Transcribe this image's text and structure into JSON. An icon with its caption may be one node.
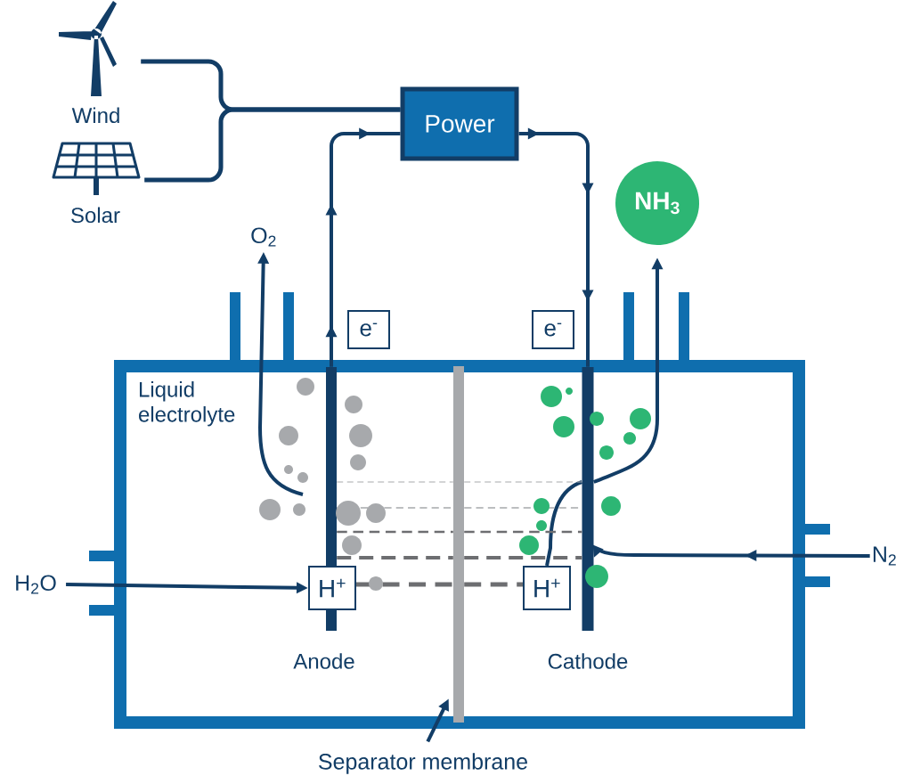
{
  "diagram": {
    "nodes": [
      {
        "text": [
          "Wind"
        ]
      },
      {
        "text": [
          "Solar"
        ]
      },
      {
        "text": [
          "Power"
        ]
      },
      {
        "text": [
          "O$_{2}$"
        ]
      },
      {
        "text": [
          "NH$_{3}$"
        ]
      },
      {
        "text": [
          "e$^{-}$"
        ]
      },
      {
        "text": [
          "e$^{-}$"
        ]
      },
      {
        "text": [
          "Liquid electrolyte"
        ]
      },
      {
        "text": [],
        "shape": "bar",
        "in": 7,
        "beside": [
          "Anode"
        ]
      },
      {
        "text": [],
        "shape": "bar",
        "in": 7
      },
      {
        "text": [],
        "shape": "bar",
        "in": 7,
        "beside": [
          "Cathode"
        ]
      },
      {
        "text": [
          "H$_{2}$O"
        ]
      },
      {
        "text": [
          "H$^{+}$"
        ],
        "in": 7
      },
      {
        "text": [
          "H$^{+}$"
        ],
        "in": 7
      },
      {
        "text": [
          "N$_{2}$"
        ]
      },
      {
        "text": [
          "Separator membrane"
        ]
      }
    ],
    "edges": [
      {
        "from": 0,
        "to": 2,
        "arrow": "none"
      },
      {
        "from": 1,
        "to": 2,
        "arrow": "none"
      },
      {
        "from": 8,
        "to": 2,
        "arrow": "to"
      },
      {
        "from": 2,
        "to": 10,
        "arrow": "to"
      },
      {
        "from": null,
        "to": 3,
        "arrow": "to"
      },
      {
        "from": 13,
        "to": 10,
        "arrow": "none"
      },
      {
        "from": 14,
        "to": 10,
        "arrow": "to"
      },
      {
        "from": 11,
        "to": 12,
        "arrow": "to"
      },
      {
        "from": 15,
        "to": 9,
        "arrow": "to"
      },
      {
        "from": 8,
        "to": 9,
        "arrow": "none",
        "style": "dashed",
        "color": "#a7a9ac"
      },
      {
        "from": 8,
        "to": 9,
        "arrow": "none",
        "style": "dashed",
        "color": "#a7a9ac"
      },
      {
        "from": 8,
        "to": 9,
        "arrow": "none",
        "style": "dashed",
        "color": "#6d6e71"
      },
      {
        "from": 8,
        "to": 9,
        "arrow": "none",
        "style": "dashed",
        "color": "#6d6e71"
      },
      {
        "from": 12,
        "to": 9,
        "arrow": "none",
        "style": "dashed",
        "color": "#6d6e71"
      },
      {
        "from": 9,
        "to": 10,
        "arrow": "none",
        "style": "dashed",
        "color": "#a7a9ac"
      },
      {
        "from": 9,
        "to": 10,
        "arrow": "none",
        "style": "dashed",
        "color": "#a7a9ac"
      },
      {
        "from": 9,
        "to": 10,
        "arrow": "none",
        "style": "dashed",
        "color": "#6d6e71"
      },
      {
        "from": 9,
        "to": 10,
        "arrow": "none",
        "style": "dashed",
        "color": "#6d6e71"
      },
      {
        "from": 9,
        "to": 13,
        "arrow": "none",
        "style": "dashed",
        "color": "#6d6e71"
      },
      {
        "from": 10,
        "to": 4,
        "arrow": "to"
      }
    ]
  }
}
